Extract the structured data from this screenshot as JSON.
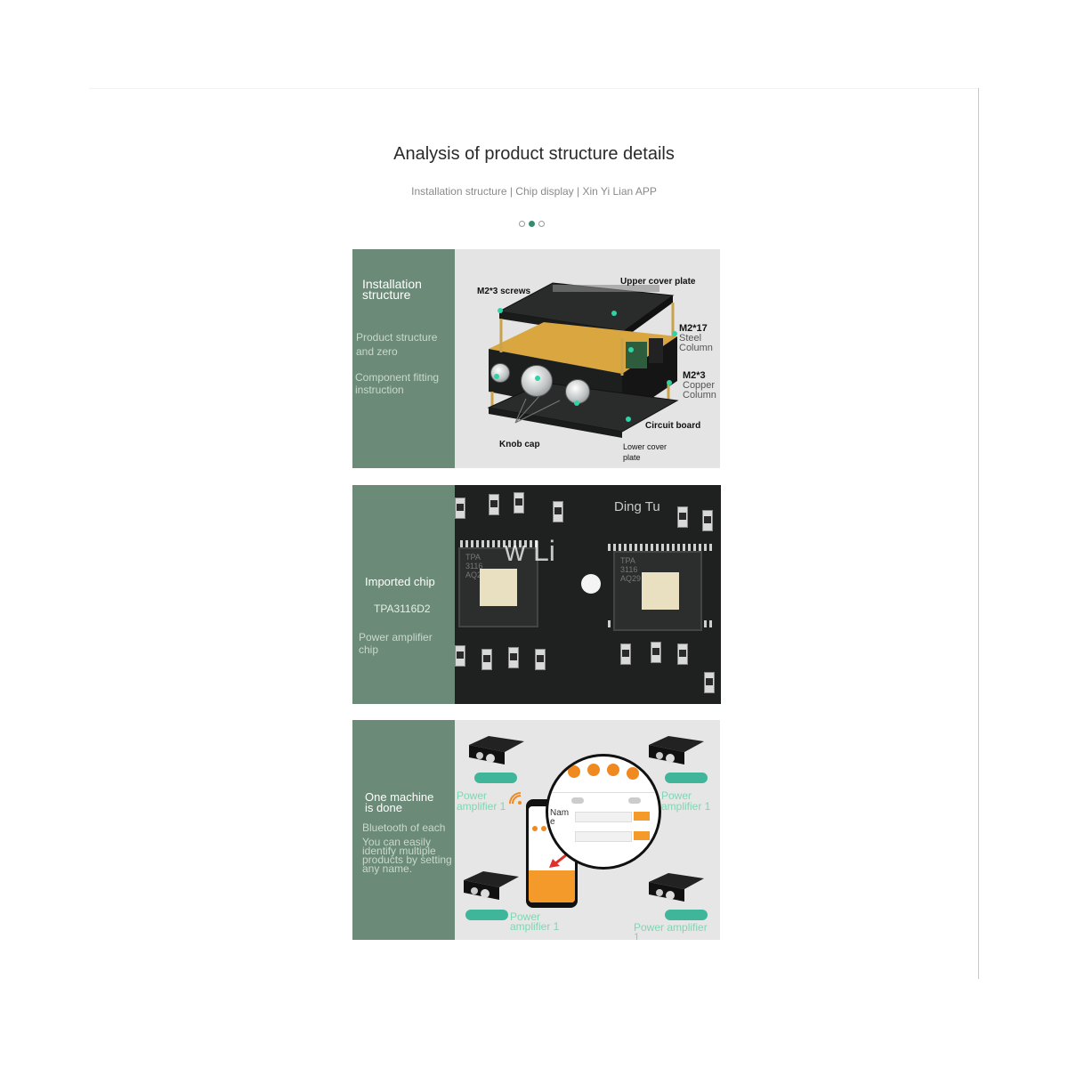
{
  "header": {
    "title": "Analysis of product structure details",
    "subtitle": "Installation structure | Chip display | Xin Yi Lian APP"
  },
  "carousel": {
    "count": 3,
    "active_index": 1
  },
  "panels": {
    "installation": {
      "heading_line1": "Installation",
      "heading_line2": "structure",
      "text1_line1": "Product structure",
      "text1_line2": "and zero",
      "text2_line1": "Component fitting",
      "text2_line2": "instruction",
      "labels": {
        "screws": "M2*3 screws",
        "upper_cover": "Upper cover plate",
        "steel_code": "M2*17",
        "steel_line1": "Steel",
        "steel_line2": "Column",
        "copper_code": "M2*3",
        "copper_line1": "Copper",
        "copper_line2": "Column",
        "circuit_board": "Circuit board",
        "knob_cap": "Knob cap",
        "lower_cover_line1": "Lower cover",
        "lower_cover_line2": "plate"
      }
    },
    "chip": {
      "heading": "Imported chip",
      "model": "TPA3116D2",
      "desc_line1": "Power amplifier",
      "desc_line2": "chip",
      "watermark1": "Ding Tu",
      "watermark2": "w Li",
      "chip_marking_line1": "TPA",
      "chip_marking_line2": "3116",
      "chip_marking_line3": "AQ29"
    },
    "app": {
      "heading_line1": "One machine",
      "heading_line2": "is done",
      "text1": "Bluetooth of each",
      "text2_line1": "You can easily",
      "text2_line2": "identify multiple",
      "text2_line3": "products by setting",
      "text2_line4": "any name.",
      "amp_label_a": "Power",
      "amp_label_b": "amplifier 1",
      "amp_label_br": "Power amplifier",
      "amp_label_br2": "1",
      "lens_label": "Nam",
      "lens_label2": "e"
    }
  },
  "colors": {
    "sidebar": "#6b8a77",
    "accent": "#3a8a6c",
    "highlight": "#2fd3a6"
  }
}
